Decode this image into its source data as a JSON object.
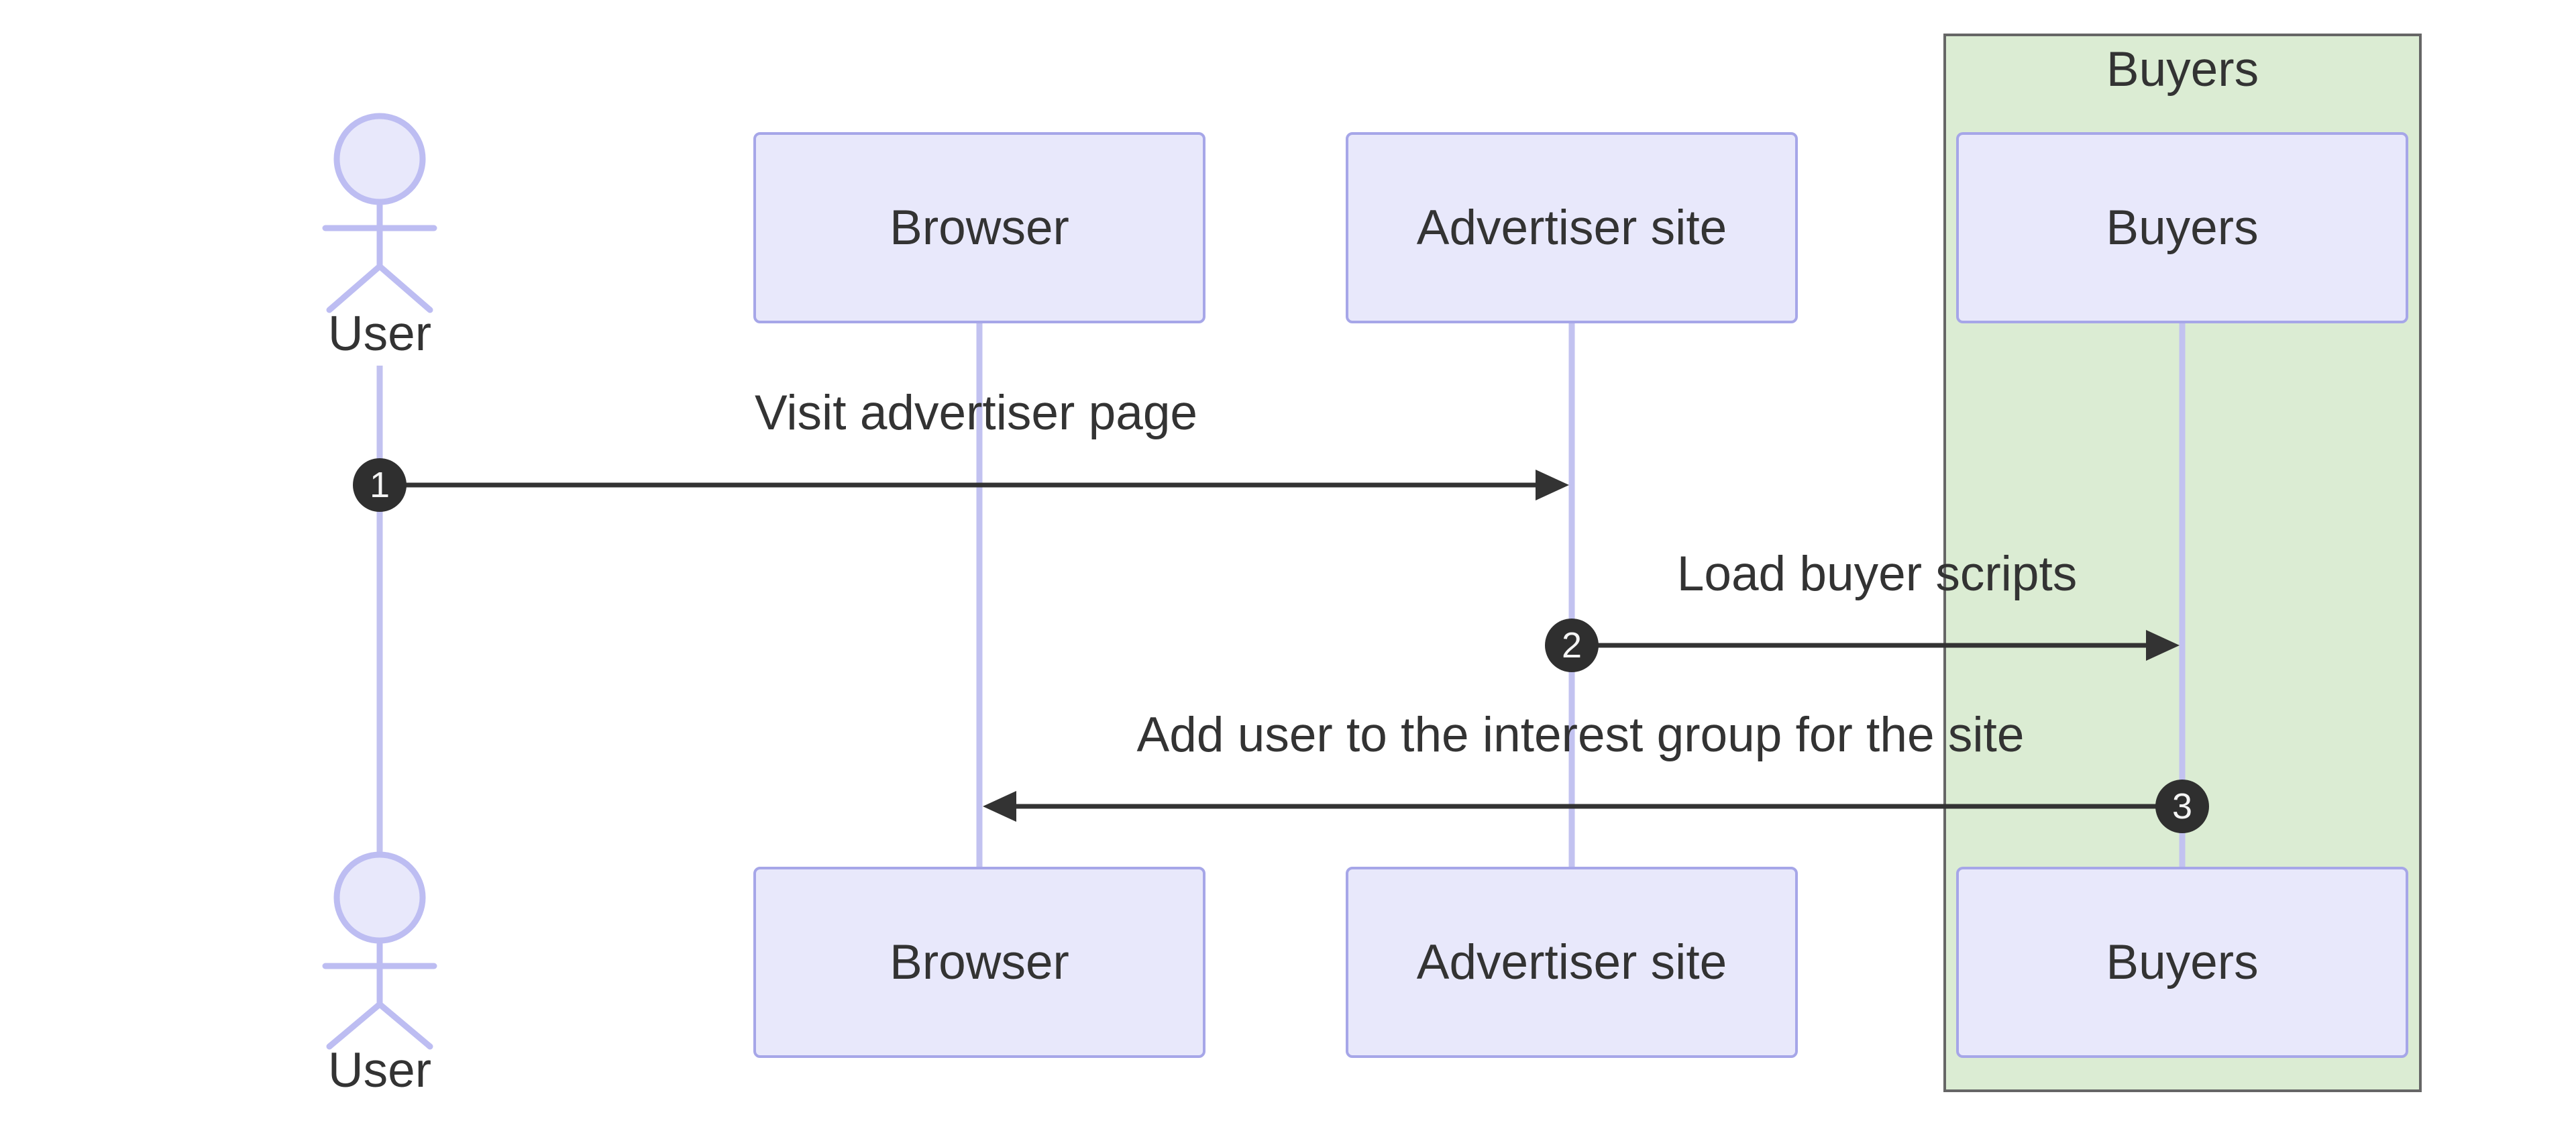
{
  "diagram": {
    "type": "sequence-diagram",
    "actor": {
      "label": "User"
    },
    "participants": [
      {
        "label": "Browser"
      },
      {
        "label": "Advertiser site"
      },
      {
        "label": "Buyers"
      }
    ],
    "group": {
      "label": "Buyers"
    },
    "messages": [
      {
        "number": "1",
        "from": "User",
        "to": "Advertiser site",
        "label": "Visit advertiser page",
        "direction": "right"
      },
      {
        "number": "2",
        "from": "Advertiser site",
        "to": "Buyers",
        "label": "Load buyer scripts",
        "direction": "right"
      },
      {
        "number": "3",
        "from": "Buyers",
        "to": "Browser",
        "label": "Add user to the interest group for the site",
        "direction": "left"
      }
    ],
    "colors": {
      "background": "#ffffff",
      "participant_fill": "#e8e8fb",
      "participant_border": "#a6a6e8",
      "lifeline": "#c2c2f0",
      "actor_stroke": "#bdbdf2",
      "group_fill": "#dbecd3",
      "group_border": "#666666",
      "arrow": "#333333",
      "badge_fill": "#2f2f2f",
      "badge_text": "#f5f5f5",
      "text": "#333333"
    }
  }
}
